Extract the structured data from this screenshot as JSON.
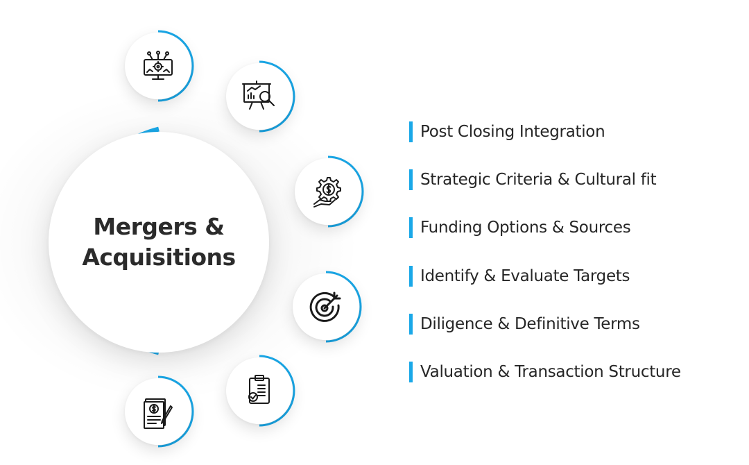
{
  "hub": {
    "title": "Mergers & Acquisitions"
  },
  "items": [
    {
      "label": "Post Closing Integration"
    },
    {
      "label": "Strategic Criteria & Cultural fit"
    },
    {
      "label": "Funding Options & Sources"
    },
    {
      "label": "Identify & Evaluate Targets"
    },
    {
      "label": "Diligence & Definitive Terms"
    },
    {
      "label": "Valuation & Transaction Structure"
    }
  ],
  "nodes": [
    {
      "icon": "gear-monitor-icon"
    },
    {
      "icon": "chart-presentation-icon"
    },
    {
      "icon": "gear-dollar-hand-icon"
    },
    {
      "icon": "target-arrow-icon"
    },
    {
      "icon": "clipboard-check-icon"
    },
    {
      "icon": "dollar-document-pen-icon"
    }
  ],
  "colors": {
    "accent": "#1aa8e8",
    "text": "#262626",
    "icon": "#1a1a1a"
  }
}
